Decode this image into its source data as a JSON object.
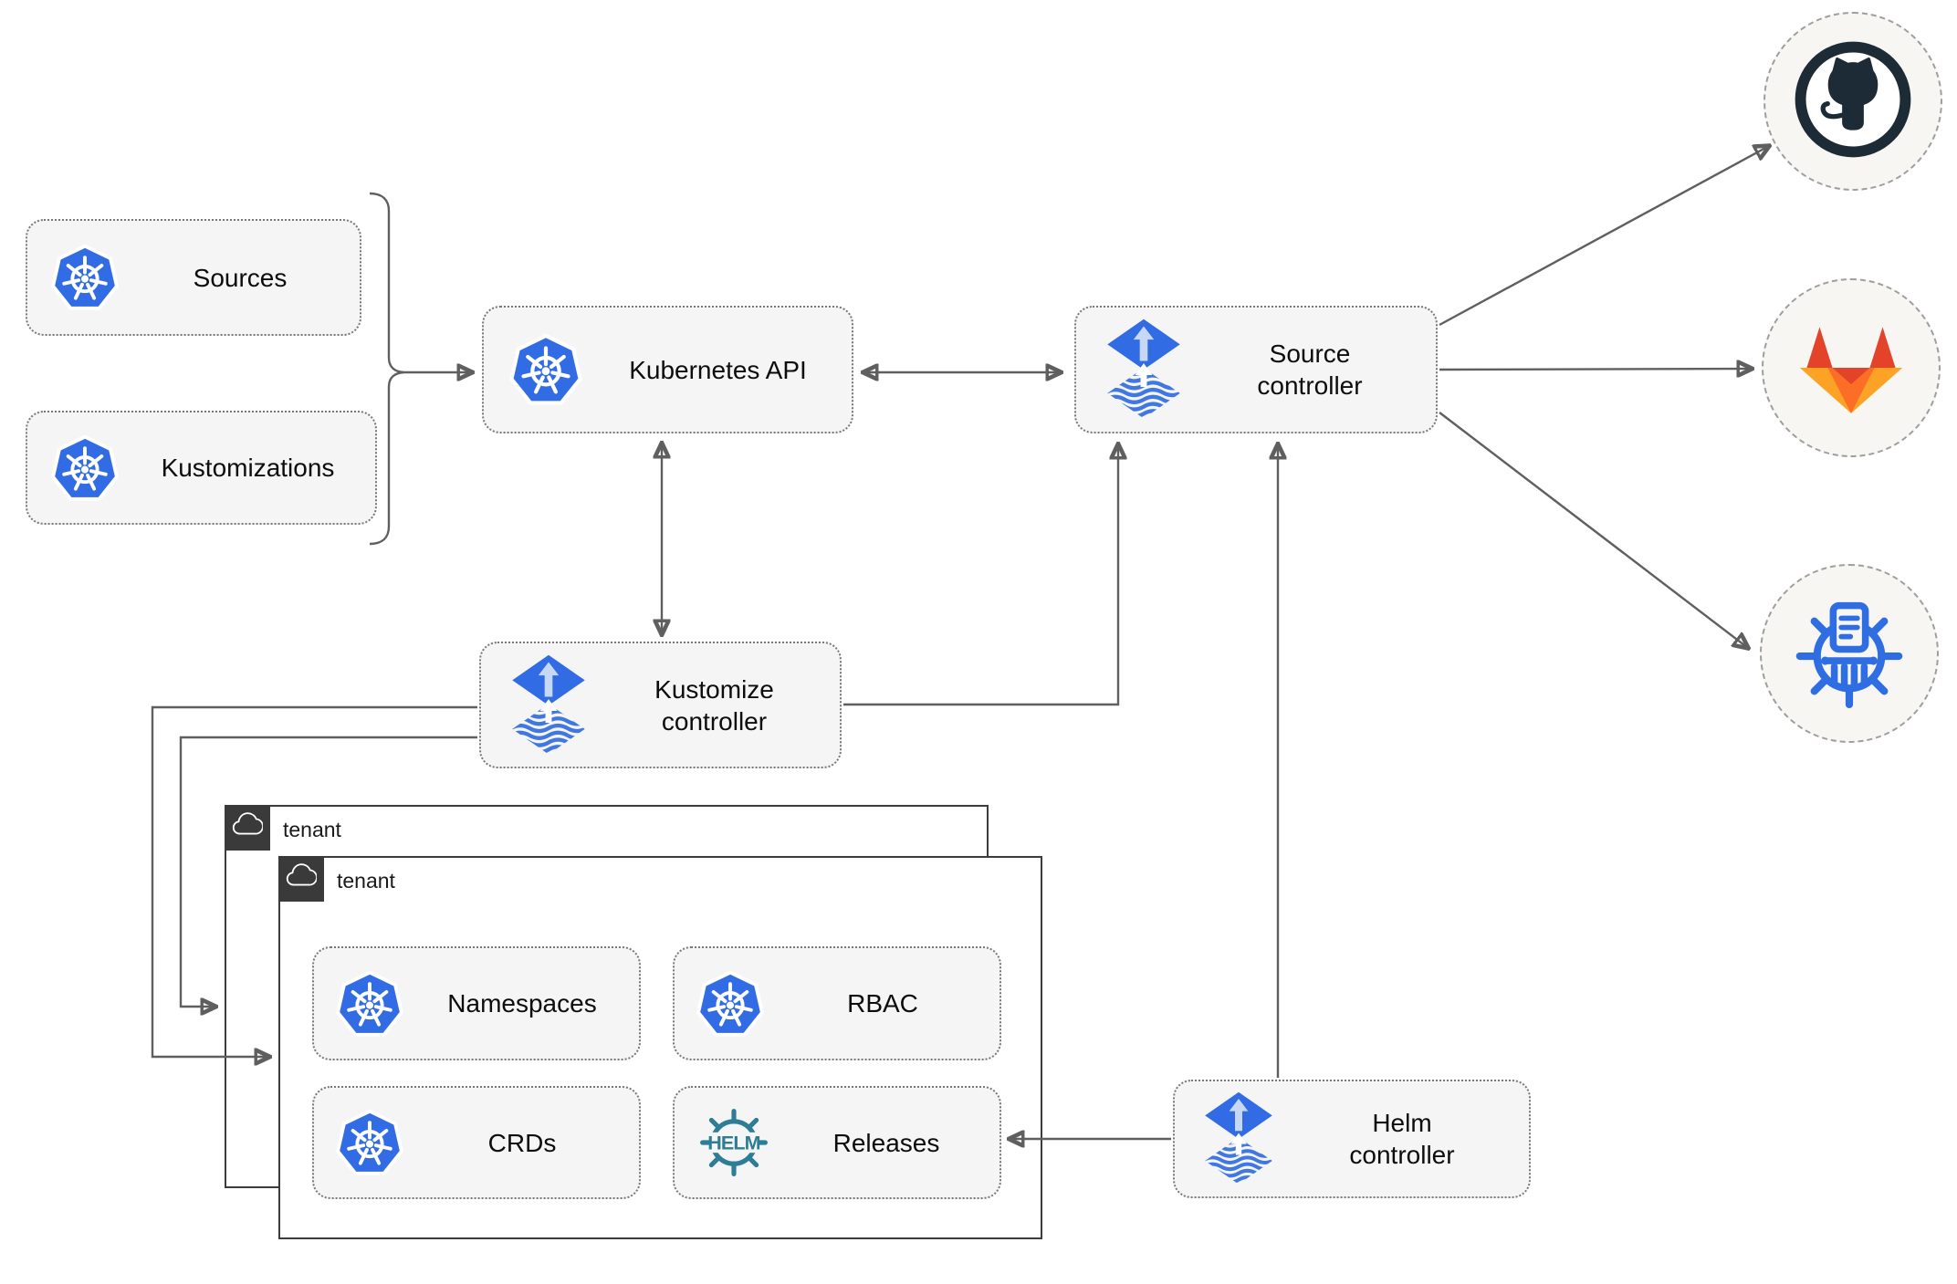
{
  "nodes": {
    "sources": {
      "label": "Sources"
    },
    "kustomizations": {
      "label": "Kustomizations"
    },
    "kubernetes_api": {
      "label": "Kubernetes API"
    },
    "source_controller": {
      "line1": "Source",
      "line2": "controller"
    },
    "kustomize_controller": {
      "line1": "Kustomize",
      "line2": "controller"
    },
    "helm_controller": {
      "line1": "Helm",
      "line2": "controller"
    },
    "tenant_back": {
      "label": "tenant"
    },
    "tenant_front": {
      "label": "tenant"
    },
    "namespaces": {
      "label": "Namespaces"
    },
    "rbac": {
      "label": "RBAC"
    },
    "crds": {
      "label": "CRDs"
    },
    "releases": {
      "label": "Releases"
    }
  },
  "icons": {
    "kubernetes": "kubernetes-wheel-icon",
    "flux": "flux-gitops-icon",
    "github": "github-octocat-icon",
    "gitlab": "gitlab-tanuki-icon",
    "chartmuseum": "chartmuseum-icon",
    "helm": "helm-wheel-icon",
    "cloud": "cloud-icon",
    "helm_wordmark": "HELM"
  },
  "colors": {
    "kubernetes_blue": "#326ce5",
    "flux_blue": "#316ce4",
    "flux_arrow_light": "#cfdef6",
    "github_dark": "#1d2b36",
    "gitlab_dark_orange": "#e24329",
    "gitlab_orange": "#fc6d26",
    "gitlab_light_orange": "#fca326",
    "helm_teal": "#2e7d96",
    "chartmuseum_blue": "#2f6ee2",
    "connector_gray": "#5f5f5f",
    "node_fill": "#f5f5f5",
    "tenant_header_dark": "#3a3a3a"
  }
}
